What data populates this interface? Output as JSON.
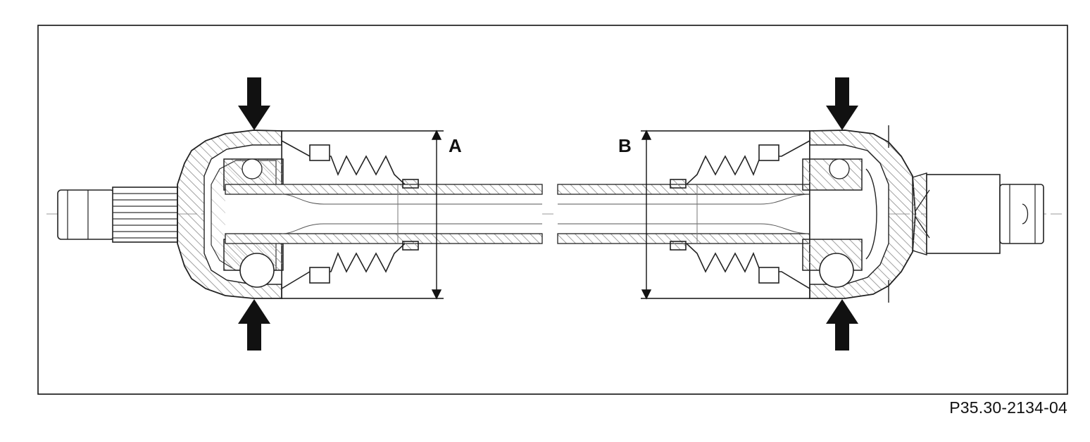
{
  "diagram": {
    "labels": {
      "a": "A",
      "b": "B"
    },
    "reference_number": "P35.30-2134-04",
    "colors": {
      "line": "#111111",
      "hatch": "#8a8a8a",
      "background": "#ffffff"
    }
  }
}
